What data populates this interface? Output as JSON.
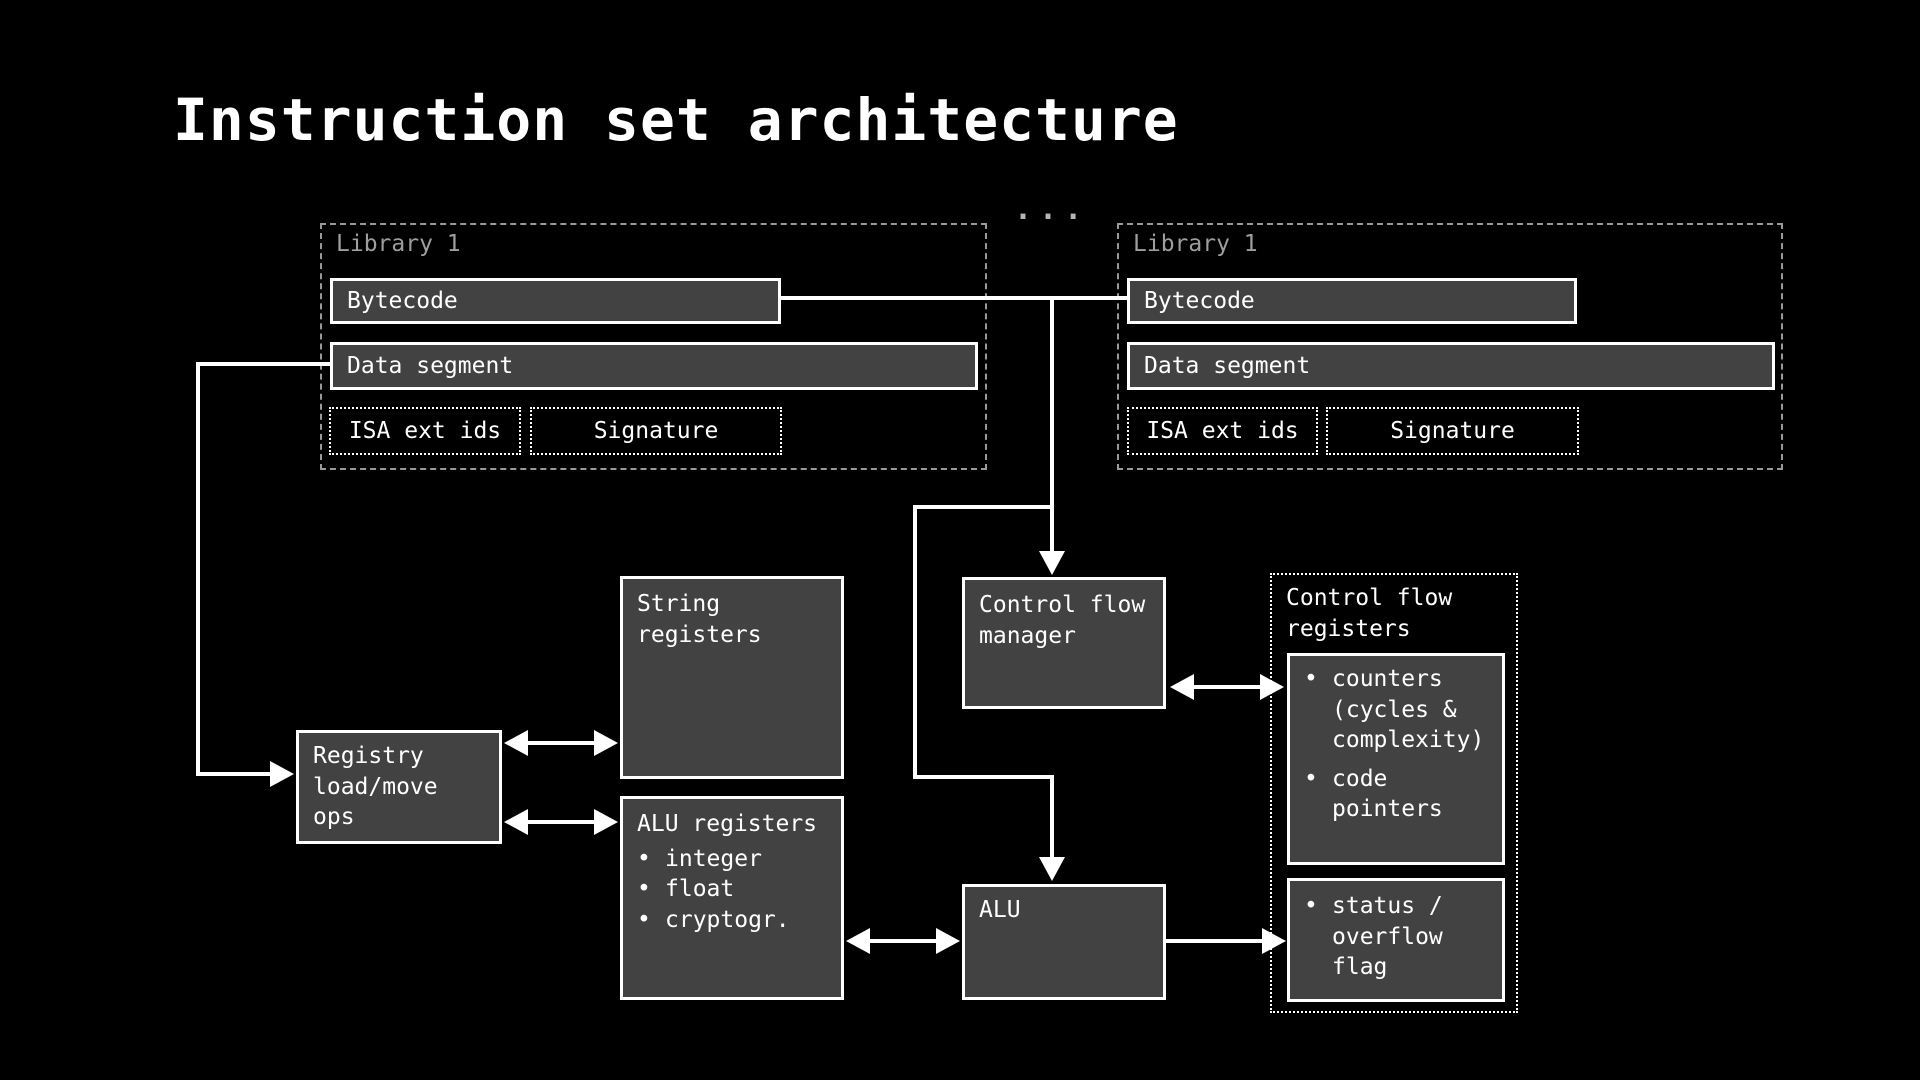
{
  "slide": {
    "title": "Instruction set architecture",
    "ellipsis": "..."
  },
  "icons": {
    "bullet": "•"
  },
  "colors": {
    "background": "#000000",
    "box_fill": "#424242",
    "lines_and_borders": "#ffffff",
    "library_label": "#9e9e9e",
    "library_dashed_border": "#999999"
  },
  "libraries": [
    {
      "label": "Library 1",
      "bytecode": "Bytecode",
      "data_segment": "Data segment",
      "isa_ext_ids": "ISA ext ids",
      "signature": "Signature"
    },
    {
      "label": "Library 1",
      "bytecode": "Bytecode",
      "data_segment": "Data segment",
      "isa_ext_ids": "ISA ext ids",
      "signature": "Signature"
    }
  ],
  "nodes": {
    "string_registers": {
      "label": "String registers"
    },
    "registry_ops": {
      "label": "Registry load/move ops"
    },
    "alu_registers": {
      "label": "ALU registers",
      "items": [
        "integer",
        "float",
        "cryptogr."
      ]
    },
    "control_flow_manager": {
      "label": "Control flow manager"
    },
    "alu": {
      "label": "ALU"
    },
    "control_flow_registers": {
      "label": "Control flow registers",
      "counters_items": [
        "counters (cycles & complexity)",
        "code pointers"
      ],
      "status_items": [
        "status / overflow flag"
      ]
    }
  }
}
